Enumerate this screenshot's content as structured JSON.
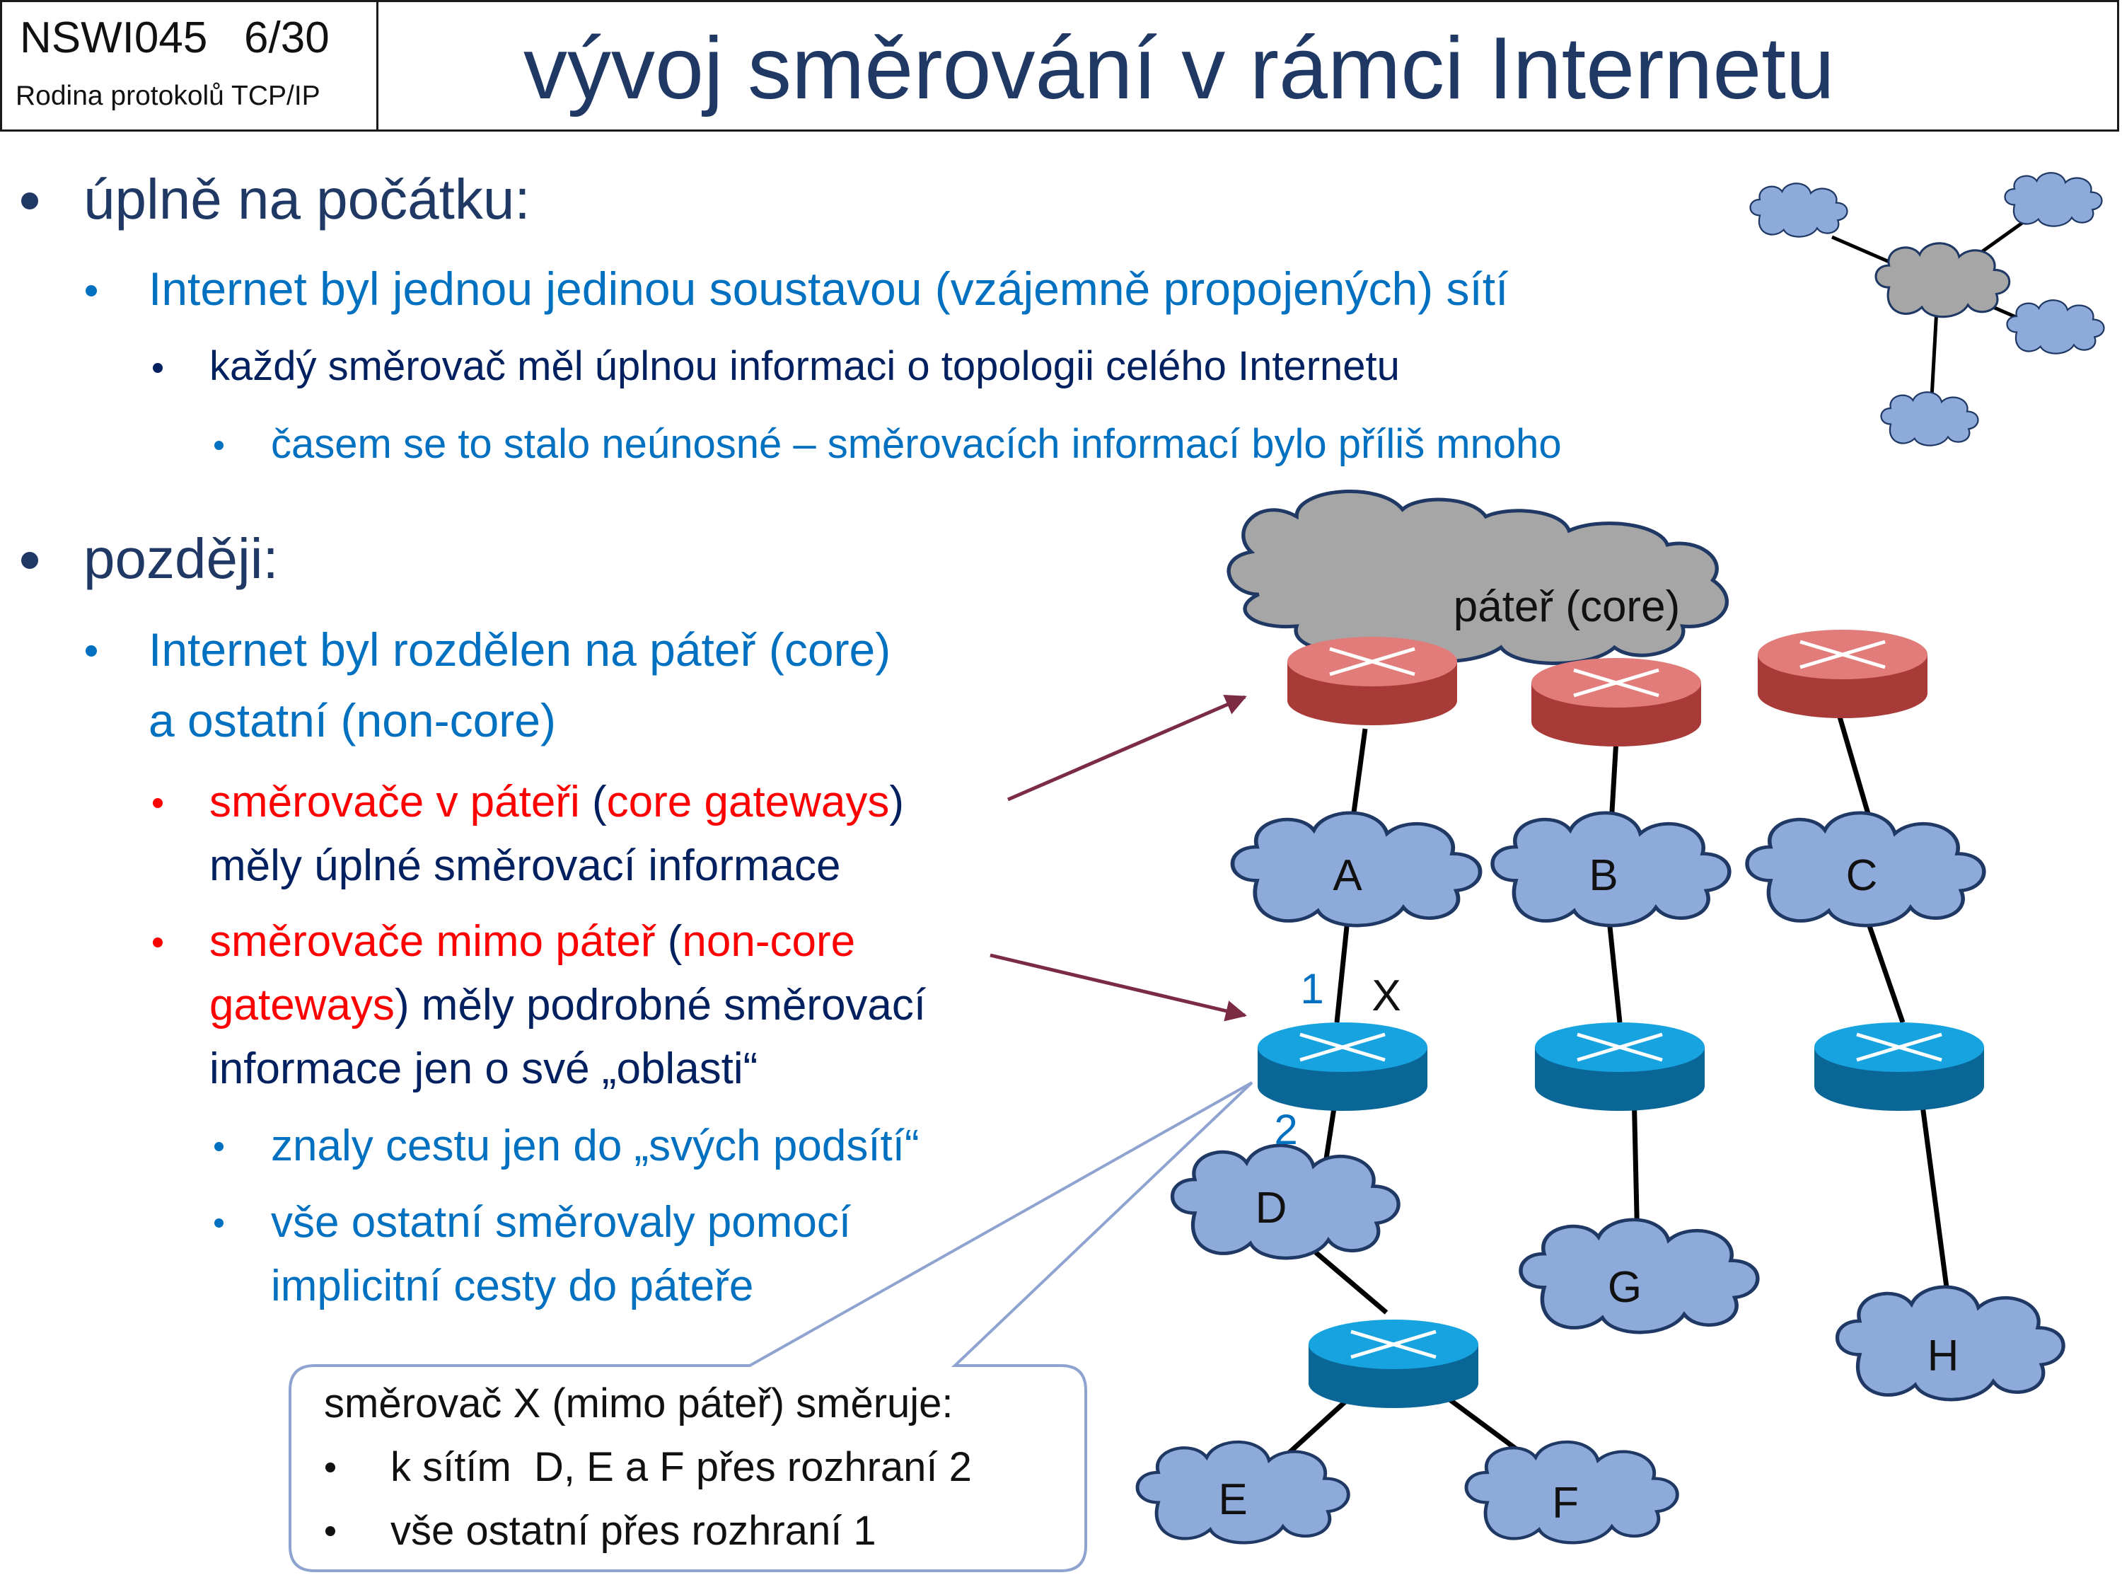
{
  "header": {
    "course_code": "NSWI045",
    "slide_number": "6/30",
    "subtitle": "Rodina protokolů TCP/IP",
    "title": "vývoj směrování v rámci Internetu"
  },
  "sections": [
    {
      "heading": "úplně na počátku:",
      "items": [
        {
          "text": "Internet byl jednou jedinou soustavou (vzájemně propojených) sítí"
        },
        {
          "text": "každý směrovač měl úplnou informaci o topologii celého Internetu"
        },
        {
          "text": "časem se to stalo neúnosné – směrovacích informací bylo příliš mnoho"
        }
      ]
    },
    {
      "heading": "později:",
      "items": [
        {
          "lines": [
            "Internet byl rozdělen na páteř (core)",
            "a ostatní (non-core)"
          ]
        },
        {
          "parts": [
            "směrovače v páteři",
            " (",
            "core gateways",
            ")"
          ],
          "line2": "měly úplné směrovací informace"
        },
        {
          "parts": [
            "směrovače mimo páteř",
            " (",
            "non-core",
            "gateways",
            ") měly podrobné směrovací"
          ],
          "line3": "informace jen o své „oblasti“"
        },
        {
          "text": "znaly cestu jen do „svých podsítí“"
        },
        {
          "lines": [
            "vše ostatní směrovaly pomocí",
            "implicitní cesty do páteře"
          ]
        }
      ]
    }
  ],
  "callout": {
    "title": "směrovač X (mimo páteř) směruje:",
    "items": [
      "k sítím  D, E a F přes rozhraní 2",
      "vše ostatní přes rozhraní 1"
    ]
  },
  "diagram": {
    "core_label": "páteř (core)",
    "networks": [
      "A",
      "B",
      "C",
      "D",
      "E",
      "F",
      "G",
      "H"
    ],
    "router_x_label": "X",
    "interface_labels": [
      "1",
      "2"
    ]
  },
  "colors": {
    "title": "#1f3864",
    "level1": "#1f3864",
    "level2": "#0070c0",
    "level3": "#002060",
    "emphasis": "#ff0000",
    "cloud_fill": "#8eaadb",
    "core_cloud_fill": "#a6a6a6",
    "core_router": "#c0504d",
    "router": "#0e78b4",
    "arrow": "#7b2b43"
  },
  "icons": [
    "cloud-icon",
    "router-icon"
  ]
}
